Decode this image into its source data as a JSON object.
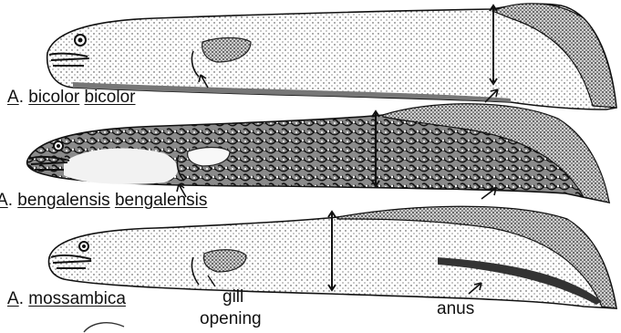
{
  "species": [
    {
      "genus": "A",
      "dot": ".",
      "name_parts": [
        "bicolor",
        "bicolor"
      ]
    },
    {
      "genus": "A",
      "dot": ".",
      "name_parts": [
        "bengalensis",
        "bengalensis"
      ]
    },
    {
      "genus": "A",
      "dot": ".",
      "name_parts": [
        "mossambica"
      ]
    }
  ],
  "annotations": {
    "gill_line1": "gill",
    "gill_line2": "opening",
    "anus": "anus"
  }
}
